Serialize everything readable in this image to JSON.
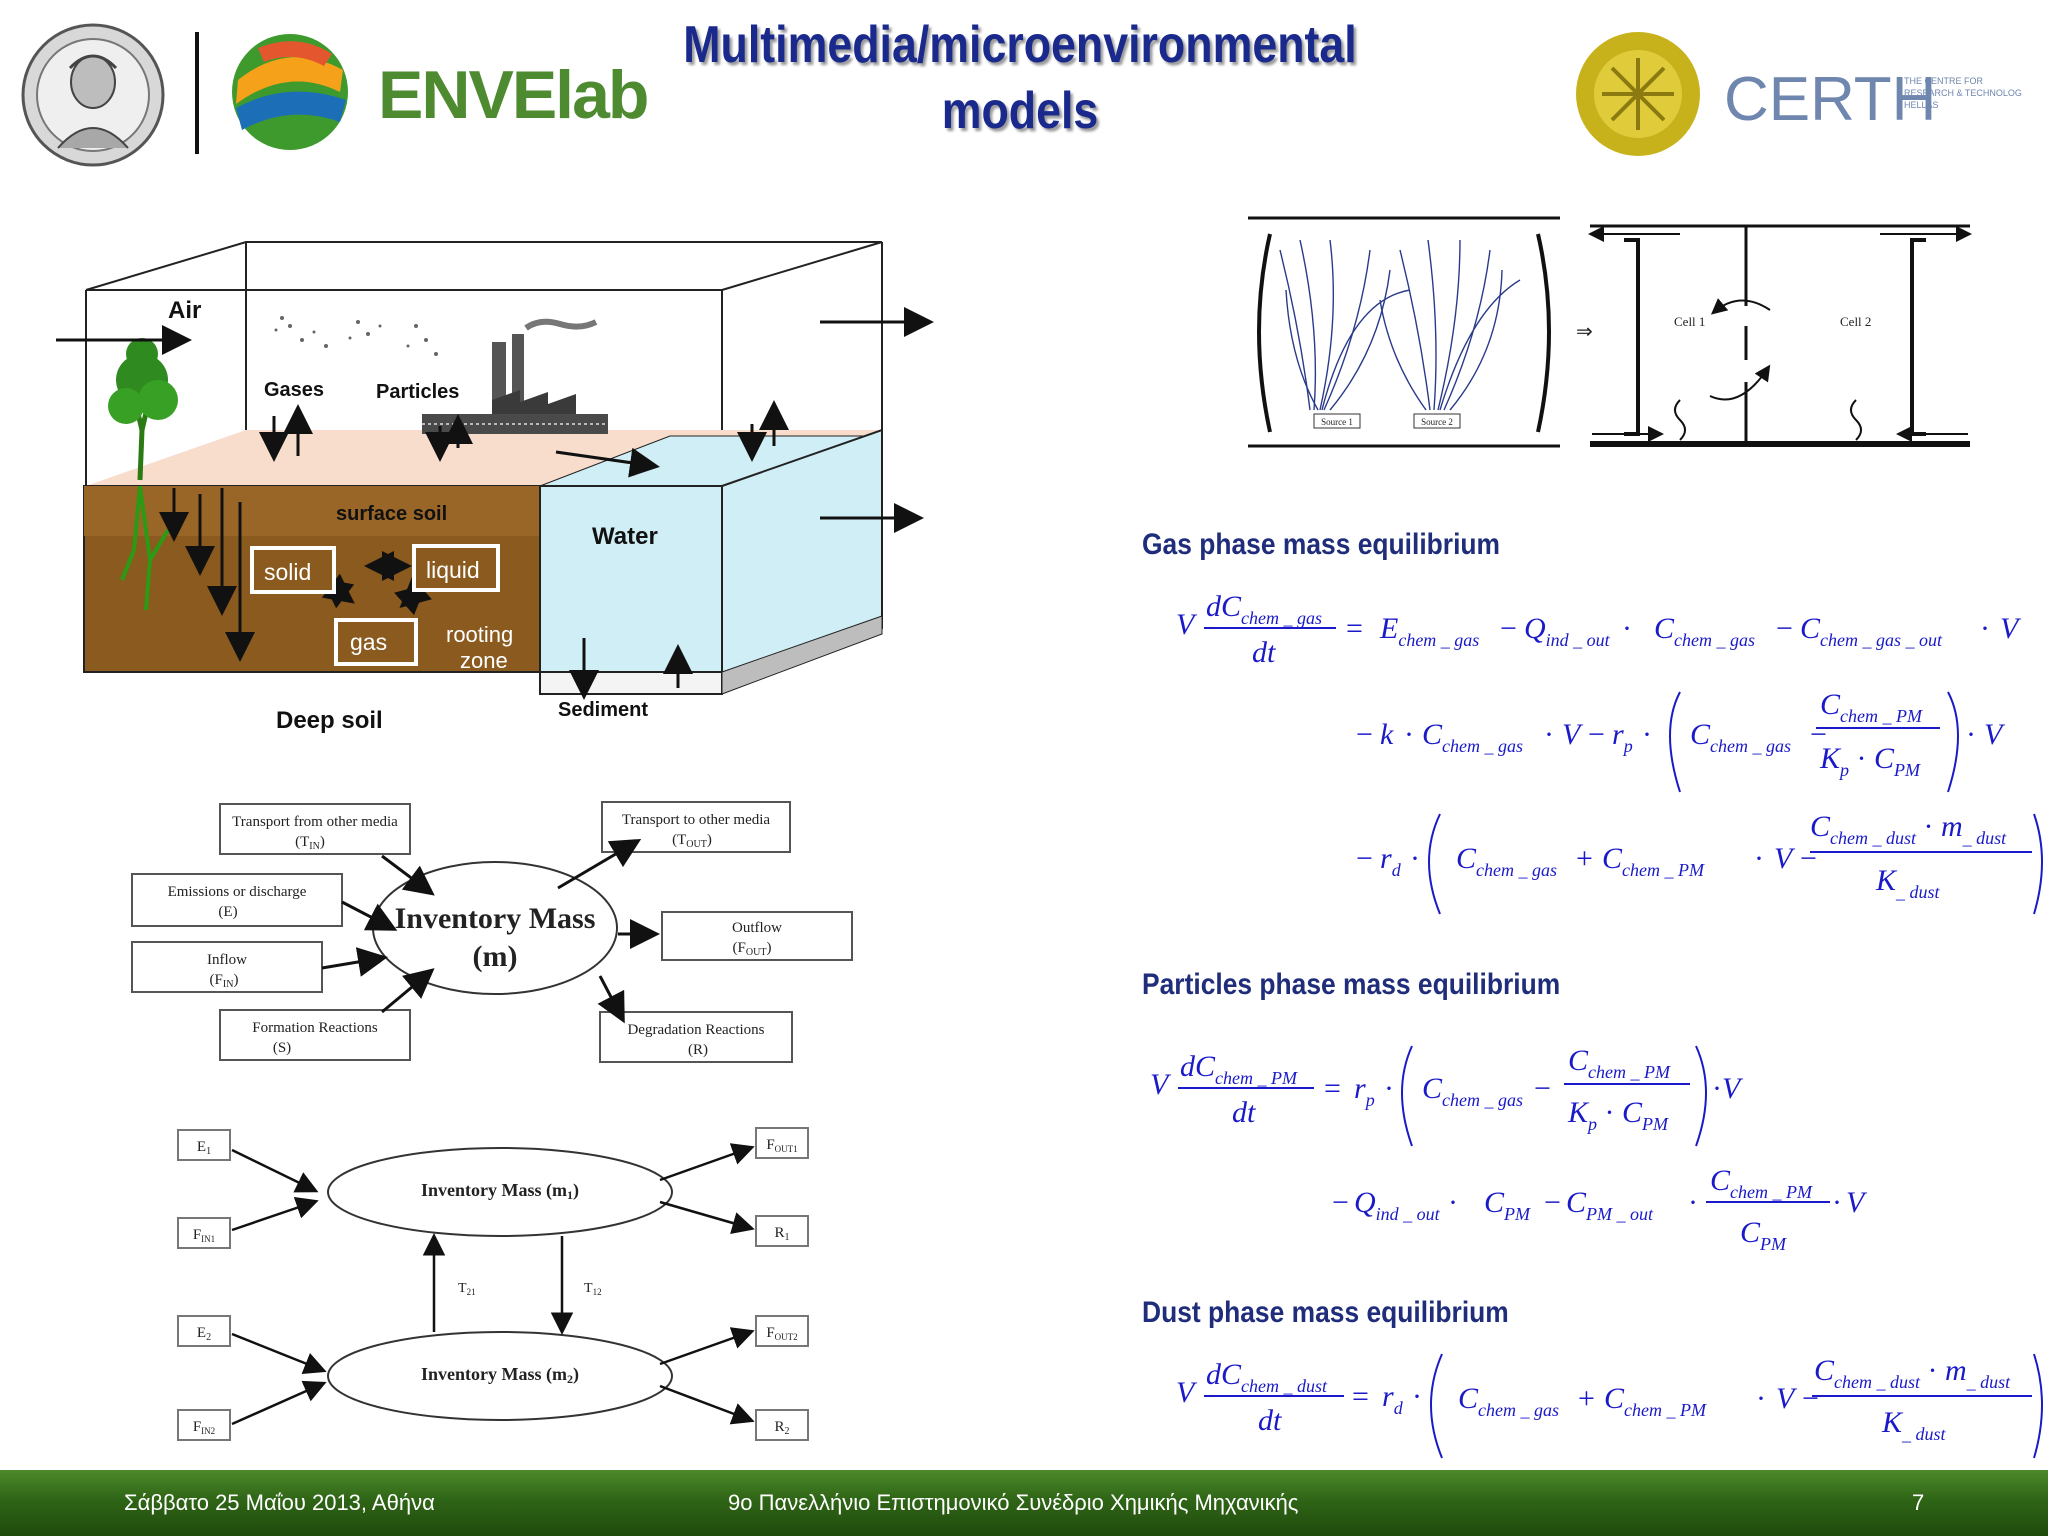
{
  "header": {
    "title_line1": "Multimedia/microenvironmental",
    "title_line2": "models",
    "envelab_logo_text": "ENVElab",
    "certh_logo_text": "CERTH",
    "certh_logo_subtext": [
      "THE CENTRE FOR",
      "RESEARCH & TECHNOLOGY",
      "HELLAS"
    ]
  },
  "multimedia_diagram": {
    "air": "Air",
    "gases": "Gases",
    "particles": "Particles",
    "surface_soil": "surface soil",
    "water": "Water",
    "solid": "solid",
    "liquid": "liquid",
    "gas": "gas",
    "rooting_zone_1": "rooting",
    "rooting_zone_2": "zone",
    "sediment": "Sediment",
    "deep_soil": "Deep soil"
  },
  "inventory_diagram": {
    "center_1": "Inventory Mass",
    "center_2": "(m)",
    "transport_from_1": "Transport from other media",
    "transport_from_2": "(T",
    "transport_from_sub": "IN",
    "transport_to_1": "Transport to other media",
    "transport_to_2": "(T",
    "transport_to_sub": "OUT",
    "emissions_1": "Emissions or discharge",
    "emissions_2": "(E)",
    "inflow_1": "Inflow",
    "inflow_2": "(F",
    "inflow_sub": "IN",
    "outflow_1": "Outflow",
    "outflow_2": "(F",
    "outflow_sub": "OUT",
    "formation_1": "Formation Reactions",
    "formation_2": "(S)",
    "degradation_1": "Degradation Reactions",
    "degradation_2": "(R)"
  },
  "two_box_diagram": {
    "mass1": "Inventory Mass (m",
    "mass1_sub": "1",
    "mass1_eq": "m",
    "mass2": "Inventory Mass (m",
    "mass2_sub": "2",
    "e1": "E",
    "e1_sub": "1",
    "fin1": "F",
    "fin1_sub": "IN1",
    "fout1": "F",
    "fout1_sub": "OUT1",
    "r1": "R",
    "r1_sub": "1",
    "e2": "E",
    "e2_sub": "2",
    "fin2": "F",
    "fin2_sub": "IN2",
    "fout2": "F",
    "fout2_sub": "OUT2",
    "r2": "R",
    "r2_sub": "2",
    "t21": "T",
    "t21_sub": "21",
    "t12": "T",
    "t12_sub": "12"
  },
  "cell_diagram": {
    "cell1": "Cell 1",
    "cell2": "Cell 2",
    "source1": "Source 1",
    "source2": "Source 2",
    "implies": "⇒"
  },
  "equations": {
    "gas_heading": "Gas phase mass equilibrium",
    "particles_heading": "Particles phase mass equilibrium",
    "dust_heading": "Dust phase mass equilibrium"
  },
  "footer": {
    "date": "Σάββατο 25 Μαΐου 2013, Αθήνα",
    "conference": "9ο Πανελλήνιο Επιστημονικό Συνέδριο Χημικής Μηχανικής",
    "page_number": "7"
  },
  "colors": {
    "title": "#1a2a8c",
    "equation": "#1a1ac8",
    "footer": "#2f6516",
    "soil": "#8b5a1e",
    "water": "#cfeef5"
  }
}
